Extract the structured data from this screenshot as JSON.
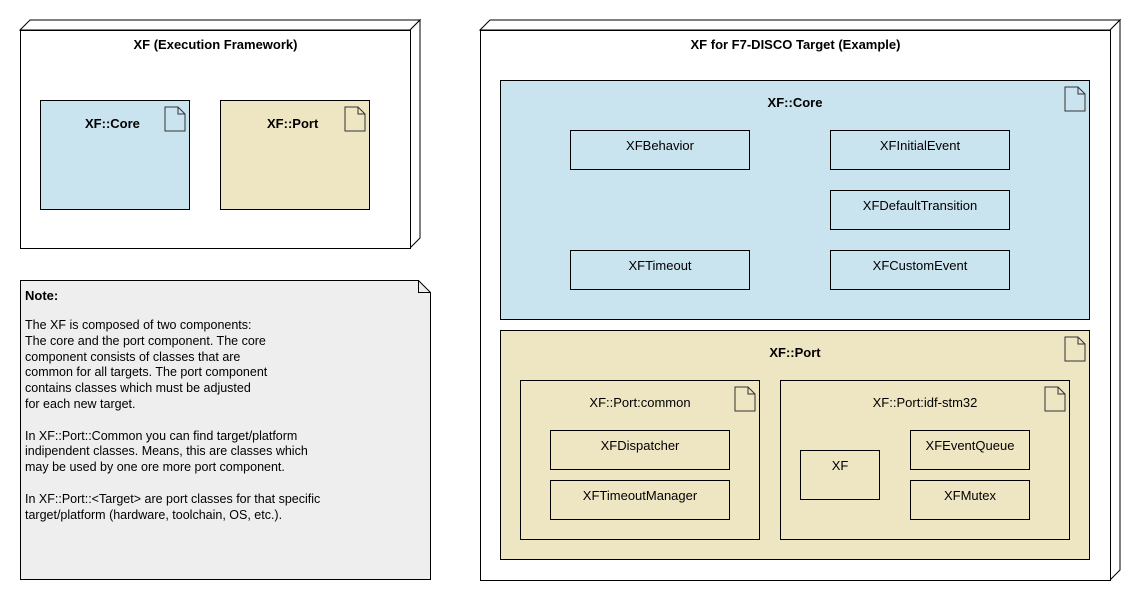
{
  "left_node": {
    "title": "XF (Execution Framework)",
    "core_label": "XF::Core",
    "port_label": "XF::Port"
  },
  "note": {
    "title": "Note:",
    "text": "The XF is composed of two components:\nThe core and the port component. The core\ncomponent consists of classes that are\ncommon for all targets. The port component\ncontains classes which must be adjusted\nfor each new target.\n\nIn XF::Port::Common you can find target/platform\nindipendent classes. Means, this are classes which\nmay be used by one ore more port component.\n\nIn XF::Port::<Target> are port classes for that specific\ntarget/platform (hardware, toolchain, OS, etc.)."
  },
  "right_node": {
    "title": "XF for F7-DISCO Target (Example)",
    "core": {
      "title": "XF::Core",
      "classes": [
        "XFBehavior",
        "XFInitialEvent",
        "XFDefaultTransition",
        "XFTimeout",
        "XFCustomEvent"
      ]
    },
    "port": {
      "title": "XF::Port",
      "common": {
        "title": "XF::Port:common",
        "classes": [
          "XFDispatcher",
          "XFTimeoutManager"
        ]
      },
      "idf": {
        "title": "XF::Port:idf-stm32",
        "classes": [
          "XF",
          "XFEventQueue",
          "XFMutex"
        ]
      }
    }
  },
  "colors": {
    "core_fill": "#c9e4ef",
    "port_fill": "#eee6c3",
    "note_fill": "#eeeeee"
  }
}
